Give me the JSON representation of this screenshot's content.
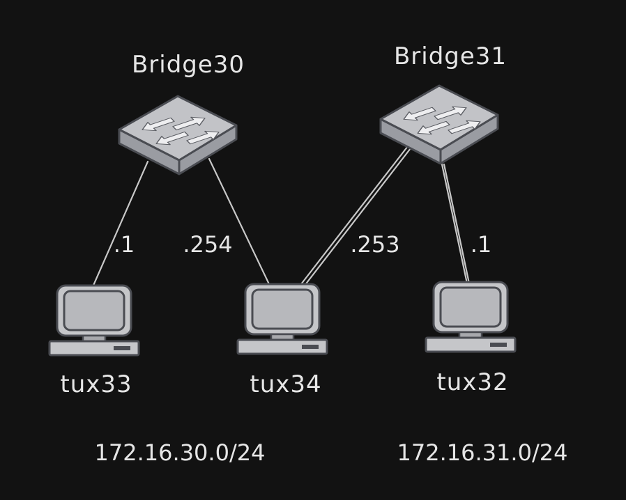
{
  "bridges": [
    {
      "name": "Bridge30"
    },
    {
      "name": "Bridge31"
    }
  ],
  "hosts": [
    {
      "name": "tux33"
    },
    {
      "name": "tux34"
    },
    {
      "name": "tux32"
    }
  ],
  "links": [
    {
      "label": ".1"
    },
    {
      "label": ".254"
    },
    {
      "label": ".253"
    },
    {
      "label": ".1"
    }
  ],
  "subnets": [
    {
      "address": "172.16.30.0/24"
    },
    {
      "address": "172.16.31.0/24"
    }
  ],
  "colors": {
    "background": "#121212",
    "text": "#e6e6e6",
    "device_fill": "#c2c3c7",
    "device_outline": "#4a4c52",
    "link": "#c8c8c8"
  }
}
